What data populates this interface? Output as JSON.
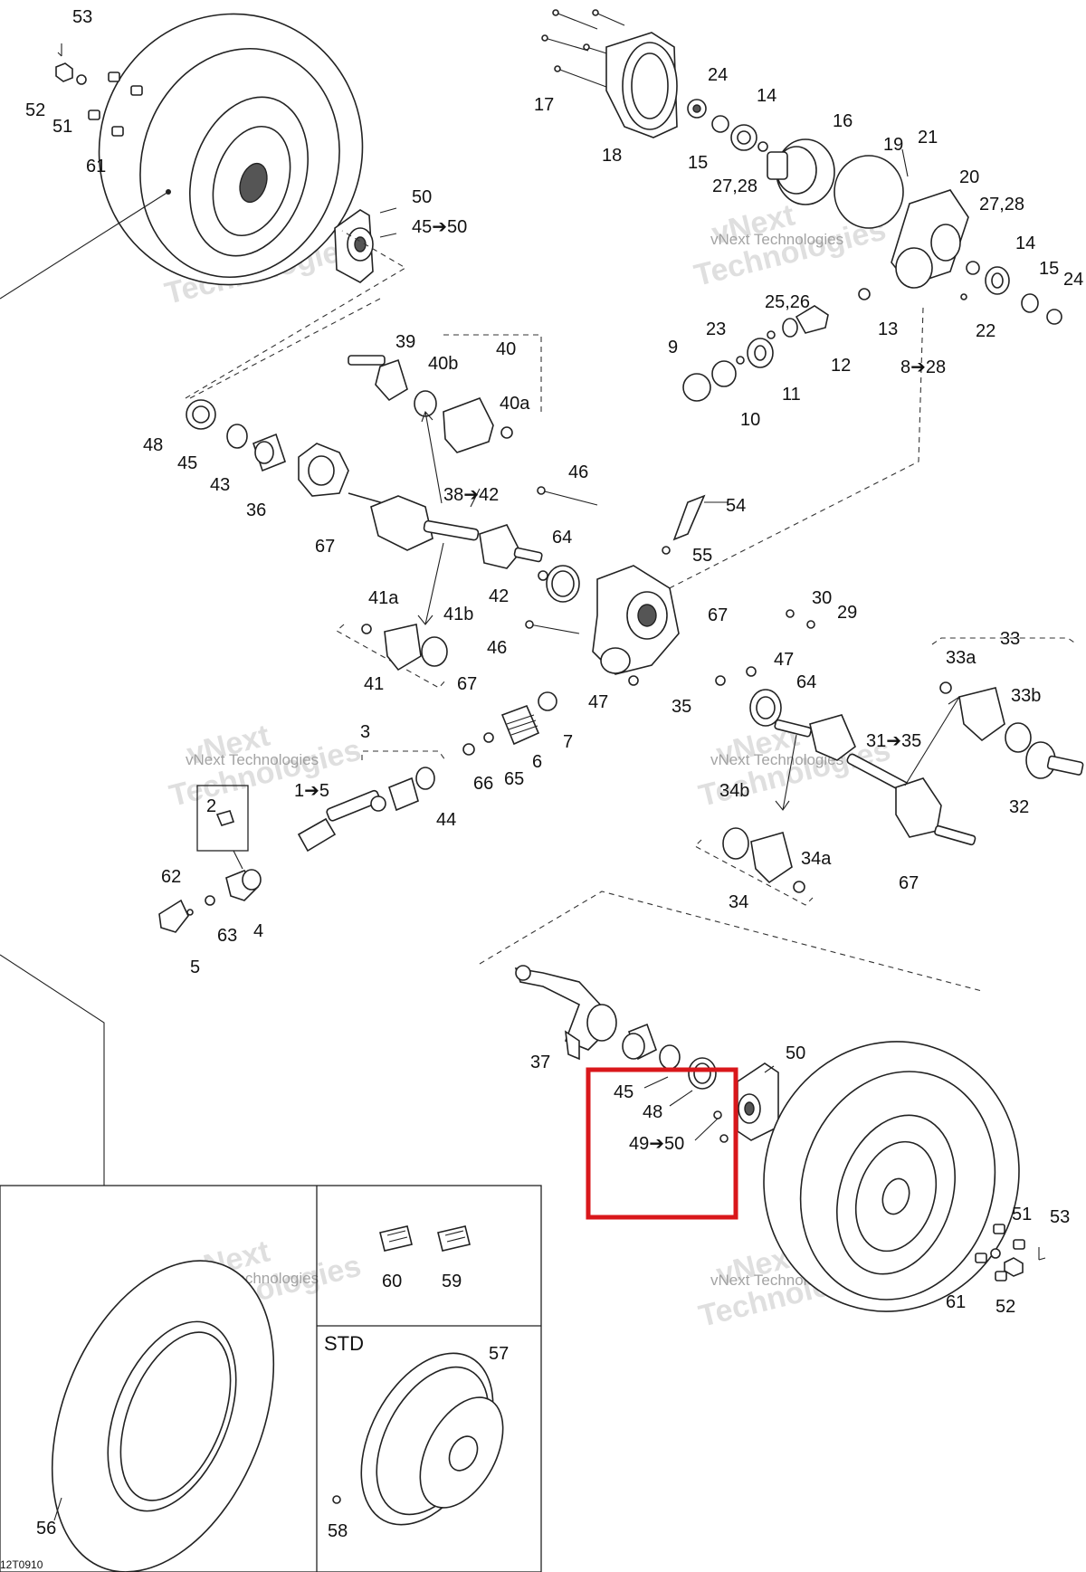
{
  "diagram_code": "12T0910",
  "watermark": {
    "line1": "vNext",
    "line2": "Technologies",
    "small": "vNext Technologies"
  },
  "highlight_color": "#d9171b",
  "panel_std_label": "STD",
  "callouts": {
    "c53a": "53",
    "c52a": "52",
    "c51a": "51",
    "c61a": "61",
    "c50a": "50",
    "c45to50a": "45➔50",
    "c17": "17",
    "c18": "18",
    "c24a": "24",
    "c14a": "14",
    "c15a": "15",
    "c2728a": "27,28",
    "c16": "16",
    "c19": "19",
    "c21": "21",
    "c20": "20",
    "c2728b": "27,28",
    "c14b": "14",
    "c15b": "15",
    "c24b": "24",
    "c22": "22",
    "c13": "13",
    "c2526": "25,26",
    "c23": "23",
    "c12": "12",
    "c9": "9",
    "c10": "10",
    "c11": "11",
    "c8to28": "8➔28",
    "c39": "39",
    "c40b": "40b",
    "c40": "40",
    "c40a": "40a",
    "c48a": "48",
    "c45a": "45",
    "c43": "43",
    "c36": "36",
    "c67a": "67",
    "c38to42": "38➔42",
    "c46a": "46",
    "c54": "54",
    "c55": "55",
    "c64a": "64",
    "c42": "42",
    "c41a": "41a",
    "c41b": "41b",
    "c41": "41",
    "c46b": "46",
    "c67b": "67",
    "c30": "30",
    "c29": "29",
    "c33": "33",
    "c33a": "33a",
    "c33b": "33b",
    "c47a": "47",
    "c64b": "64",
    "c67c": "67",
    "c47b": "47",
    "c35": "35",
    "c7": "7",
    "c31to35": "31➔35",
    "c32": "32",
    "c3": "3",
    "c1to5": "1➔5",
    "c66": "66",
    "c65": "65",
    "c6": "6",
    "c44": "44",
    "c34b": "34b",
    "c34a": "34a",
    "c34": "34",
    "c67d": "67",
    "c2": "2",
    "c62": "62",
    "c63": "63",
    "c4": "4",
    "c5": "5",
    "c37": "37",
    "c50b": "50",
    "c45b": "45",
    "c48b": "48",
    "c49to50": "49➔50",
    "c51b": "51",
    "c53b": "53",
    "c61b": "61",
    "c52b": "52",
    "c60": "60",
    "c59": "59",
    "c57": "57",
    "c56": "56",
    "c58": "58"
  }
}
